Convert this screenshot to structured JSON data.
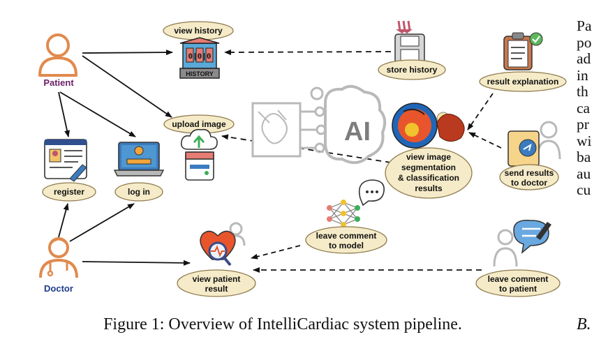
{
  "diagram": {
    "actors": {
      "patient": "Patient",
      "doctor": "Doctor"
    },
    "nodes": {
      "view_history": "view history",
      "history_sign": "HISTORY",
      "history_digits": "0|0|0",
      "store_history": "store history",
      "result_explanation": "result explanation",
      "upload_image": "upload image",
      "ai_badge": "AI",
      "view_segmentation": [
        "view image",
        "segmentation",
        "& classification",
        "results"
      ],
      "register": "register",
      "log_in": "log in",
      "send_results": [
        "send results",
        "to doctor"
      ],
      "leave_comment_model": [
        "leave comment",
        "to model"
      ],
      "view_patient_result": [
        "view patient",
        "result"
      ],
      "leave_comment_patient": [
        "leave comment",
        "to patient"
      ]
    }
  },
  "caption": "Figure 1: Overview of IntelliCardiac system pipeline.",
  "column_text": [
    "Pa",
    "po",
    "ad",
    "in",
    "th",
    "ca",
    "pr",
    "wi",
    "ba",
    "au",
    "cu"
  ],
  "column_footer": "B.",
  "colors": {
    "pill_fill": "#f5ebc8",
    "pill_stroke": "#8f7a4d",
    "icon_orange": "#e08a4e",
    "patient_label": "#6b1f66",
    "doctor_label": "#1f3b8a",
    "icon_blue": "#3b7bbf",
    "icon_gray": "#b9b9b9"
  }
}
